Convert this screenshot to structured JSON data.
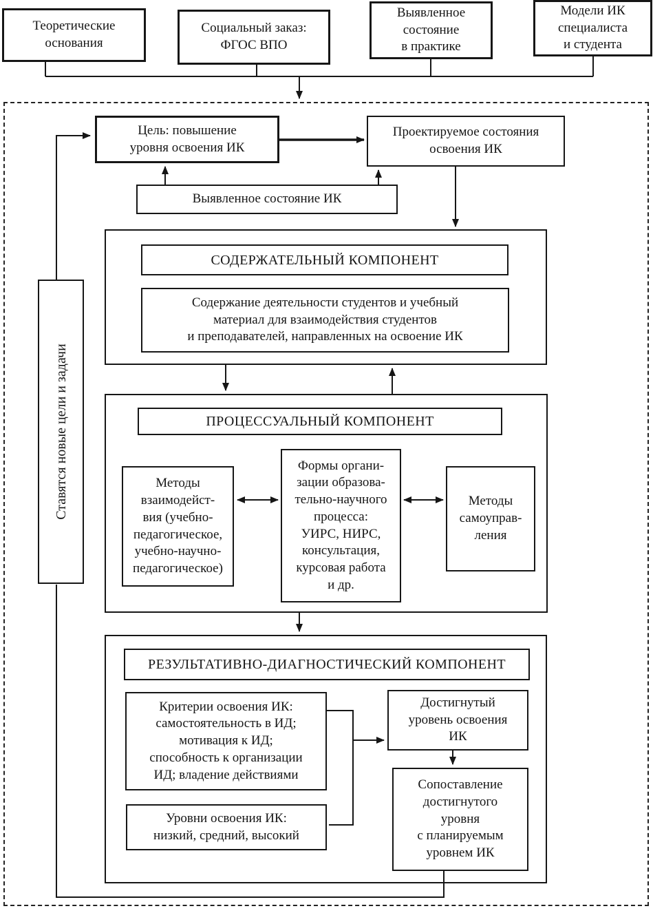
{
  "palette": {
    "ink": "#161616",
    "background": "#ffffff"
  },
  "diagram": {
    "top_boxes": [
      {
        "label": "Теоретические\nоснования"
      },
      {
        "label": "Социальный заказ:\nФГОС ВПО"
      },
      {
        "label": "Выявленное\nсостояние\nв практике"
      },
      {
        "label": "Модели ИК\nспециалиста\nи студента"
      }
    ],
    "goal": "Цель: повышение\nуровня освоения ИК",
    "projected": "Проектируемое состояния\nосвоения ИК",
    "identified": "Выявленное состояние ИК",
    "feedback": "Ставятся новые цели и задачи",
    "content": {
      "title": "СОДЕРЖАТЕЛЬНЫЙ КОМПОНЕНТ",
      "body": "Содержание деятельности студентов и учебный\nматериал для взаимодействия студентов\nи преподавателей, направленных на освоение ИК"
    },
    "process": {
      "title": "ПРОЦЕССУАЛЬНЫЙ КОМПОНЕНТ",
      "interaction": "Методы\nвзаимодейст-\nвия (учебно-\nпедагогическое,\nучебно-научно-\nпедагогическое)",
      "forms": "Формы органи-\nзации образова-\nтельно-научного\nпроцесса:\nУИРС, НИРС,\nконсультация,\nкурсовая работа\nи др.",
      "self_management": "Методы\nсамоуправ-\nления"
    },
    "result": {
      "title": "РЕЗУЛЬТАТИВНО-ДИАГНОСТИЧЕСКИЙ КОМПОНЕНТ",
      "criteria": "Критерии освоения ИК:\nсамостоятельность в ИД;\nмотивация к ИД;\nспособность к организации\nИД; владение действиями",
      "levels": "Уровни освоения ИК:\nнизкий, средний, высокий",
      "achieved": "Достигнутый\nуровень освоения\nИК",
      "comparison": "Сопоставление\nдостигнутого\nуровня\nс планируемым\nуровнем ИК"
    }
  }
}
